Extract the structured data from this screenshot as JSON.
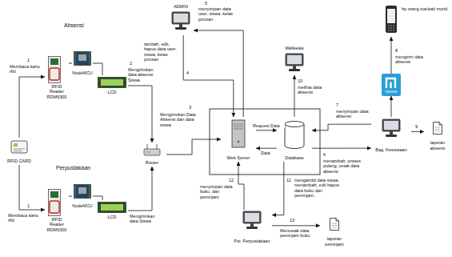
{
  "diagram": {
    "nodes": [
      {
        "text": [
          "RFID CARD"
        ]
      },
      {
        "text": [
          "RFID Reader RDM6300"
        ]
      },
      {
        "text": [
          "NodeMCU"
        ]
      },
      {
        "text": [
          "LCD"
        ]
      },
      {
        "text": [
          "RFID Reader RDM6300"
        ]
      },
      {
        "text": [
          "NodeMCU"
        ]
      },
      {
        "text": [
          "LCD"
        ]
      },
      {
        "text": [
          "Router"
        ]
      },
      {
        "text": [
          "Web Server"
        ]
      },
      {
        "text": [
          "Database"
        ]
      },
      {
        "text": [
          "ADMIN"
        ]
      },
      {
        "text": [
          "Walikelas"
        ]
      },
      {
        "text": [
          "Bag. Kesiswaan"
        ]
      },
      {
        "text": [
          "nexmo"
        ]
      },
      {
        "text": [
          "hp orang tua/wali murid"
        ]
      },
      {
        "text": [
          "laporan absensi"
        ]
      },
      {
        "text": [
          "Pst. Perpustakaan"
        ]
      },
      {
        "text": [
          "laporan peminjam"
        ]
      }
    ],
    "edges": [
      {
        "from": 0,
        "to": 1,
        "arrow": "to",
        "label": "Membaca kartu rfid"
      },
      {
        "from": 0,
        "to": 4,
        "arrow": "to",
        "label": "Membaca kartu rfid"
      },
      {
        "from": 1,
        "to": 2,
        "arrow": "none"
      },
      {
        "from": 2,
        "to": 3,
        "arrow": "none"
      },
      {
        "from": 4,
        "to": 5,
        "arrow": "none"
      },
      {
        "from": 5,
        "to": 6,
        "arrow": "none"
      },
      {
        "from": 3,
        "to": 7,
        "arrow": "to",
        "label": "Mengirimkan data absensi Siswa"
      },
      {
        "from": 6,
        "to": 7,
        "arrow": "to",
        "label": "Mengirimkan data Siswa"
      },
      {
        "from": 7,
        "to": 8,
        "arrow": "to",
        "label": "Mengirimkan Data Absensi dan data siswa"
      },
      {
        "from": 8,
        "to": 9,
        "arrow": "to",
        "label": "Request Data"
      },
      {
        "from": 9,
        "to": 8,
        "arrow": "to",
        "label": "Data"
      },
      {
        "from": 10,
        "to": 8,
        "arrow": "to",
        "label": "tambah, edit, hapus data user, siswa, kelas jurusan"
      },
      {
        "from": 8,
        "to": 10,
        "arrow": "to",
        "label": "menyimpan data user, siswa, kelas jurusan"
      },
      {
        "from": 9,
        "to": 11,
        "arrow": "to",
        "label": "melihat data absensi"
      },
      {
        "from": 12,
        "to": 9,
        "arrow": "to",
        "label": "menyimpan data absensi"
      },
      {
        "from": 9,
        "to": 12,
        "arrow": "to",
        "label": "menambah, proses pulang, cetak data absensi"
      },
      {
        "from": 12,
        "to": 13,
        "arrow": "to"
      },
      {
        "from": 13,
        "to": 14,
        "arrow": "to",
        "label": "mengirim data absensi"
      },
      {
        "from": 12,
        "to": 15,
        "arrow": "to"
      },
      {
        "from": 9,
        "to": 16,
        "arrow": "to",
        "label": "mengambil data siswa, menambah, edit hapus data buku dan peminjam.."
      },
      {
        "from": 16,
        "to": 8,
        "arrow": "to",
        "label": "menyimpan data buku, dan peminjam"
      },
      {
        "from": 16,
        "to": 17,
        "arrow": "to",
        "label": "Mencetak data peminjam buku"
      }
    ],
    "labels": [
      "Absensi",
      "Perpustakaan",
      "1",
      "1",
      "2",
      "3",
      "4",
      "5",
      "6",
      "7",
      "8",
      "9",
      "10",
      "11",
      "12",
      "13"
    ]
  }
}
